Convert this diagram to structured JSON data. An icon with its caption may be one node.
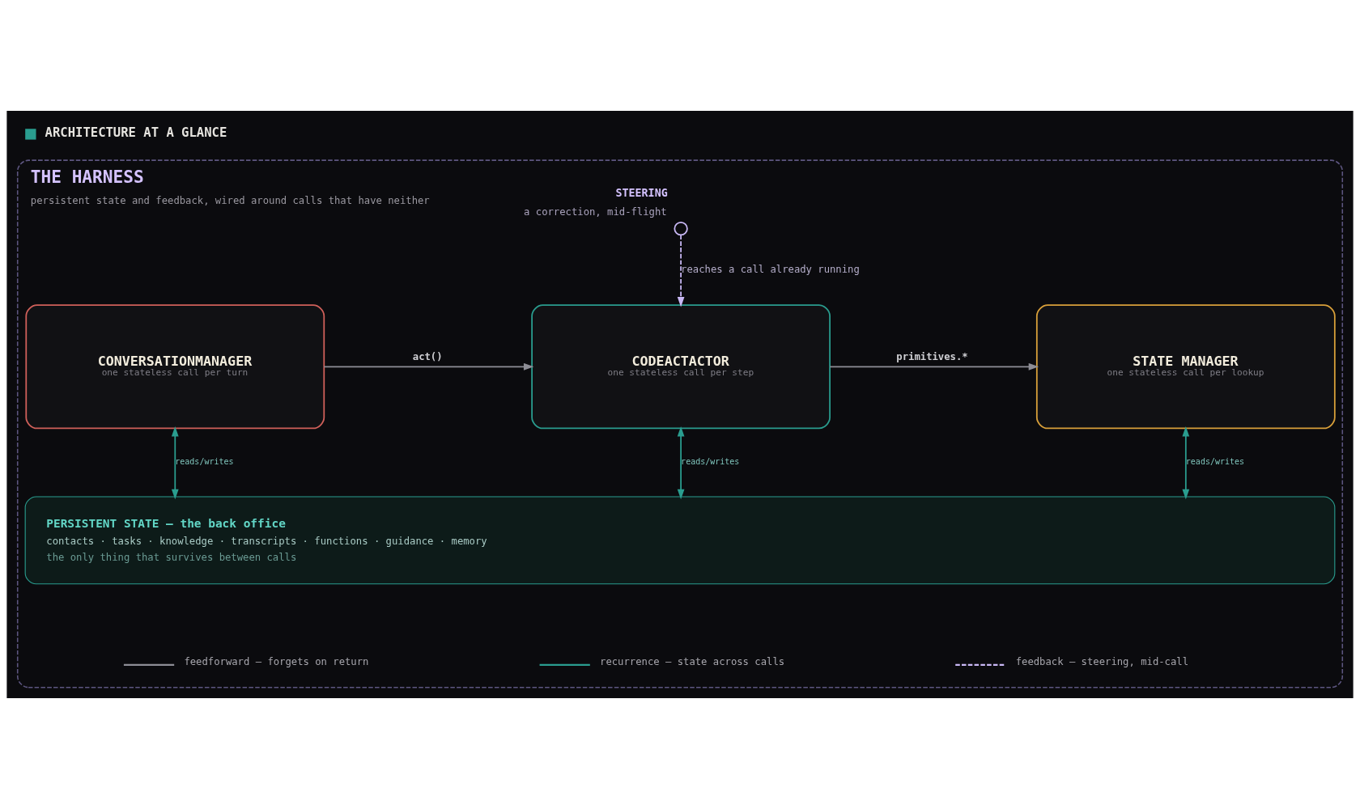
{
  "diagram": {
    "title": "ARCHITECTURE AT A GLANCE",
    "nodes": [
      {
        "text": [
          "THE HARNESS",
          "persistent state and feedback, wired around calls that have neither"
        ]
      },
      {
        "text": [],
        "shape": "circle",
        "in": 0,
        "beside": [
          "STEERING",
          "a correction, mid-flight"
        ]
      },
      {
        "text": [
          "CONVERSATIONMANAGER",
          "one stateless call per turn"
        ],
        "in": 0
      },
      {
        "text": [
          "CODEACTACTOR",
          "one stateless call per step"
        ],
        "in": 0
      },
      {
        "text": [
          "STATE MANAGER",
          "one stateless call per lookup"
        ],
        "in": 0
      },
      {
        "text": [
          "PERSISTENT STATE — the back office",
          "contacts · tasks · knowledge · transcripts · functions · guidance · memory",
          "the only thing that survives between calls"
        ],
        "in": 0
      }
    ],
    "edges": [
      {
        "from": 1,
        "to": 3,
        "arrow": "to",
        "label": "reaches a call already running",
        "style": "dashed",
        "color": "#c9b8f5"
      },
      {
        "from": 2,
        "to": 3,
        "arrow": "to",
        "label": "act()",
        "color": "#8e8e96"
      },
      {
        "from": 3,
        "to": 4,
        "arrow": "to",
        "label": "primitives.*",
        "color": "#8e8e96"
      },
      {
        "from": 2,
        "to": 5,
        "arrow": "both",
        "label": "reads/writes",
        "color": "#2a9d8f"
      },
      {
        "from": 3,
        "to": 5,
        "arrow": "both",
        "label": "reads/writes",
        "color": "#2a9d8f"
      },
      {
        "from": 4,
        "to": 5,
        "arrow": "both",
        "label": "reads/writes",
        "color": "#2a9d8f"
      }
    ],
    "legend": [
      {
        "text": "feedforward — forgets on return"
      },
      {
        "text": "recurrence — state across calls"
      },
      {
        "text": "feedback — steering, mid-call"
      }
    ]
  }
}
